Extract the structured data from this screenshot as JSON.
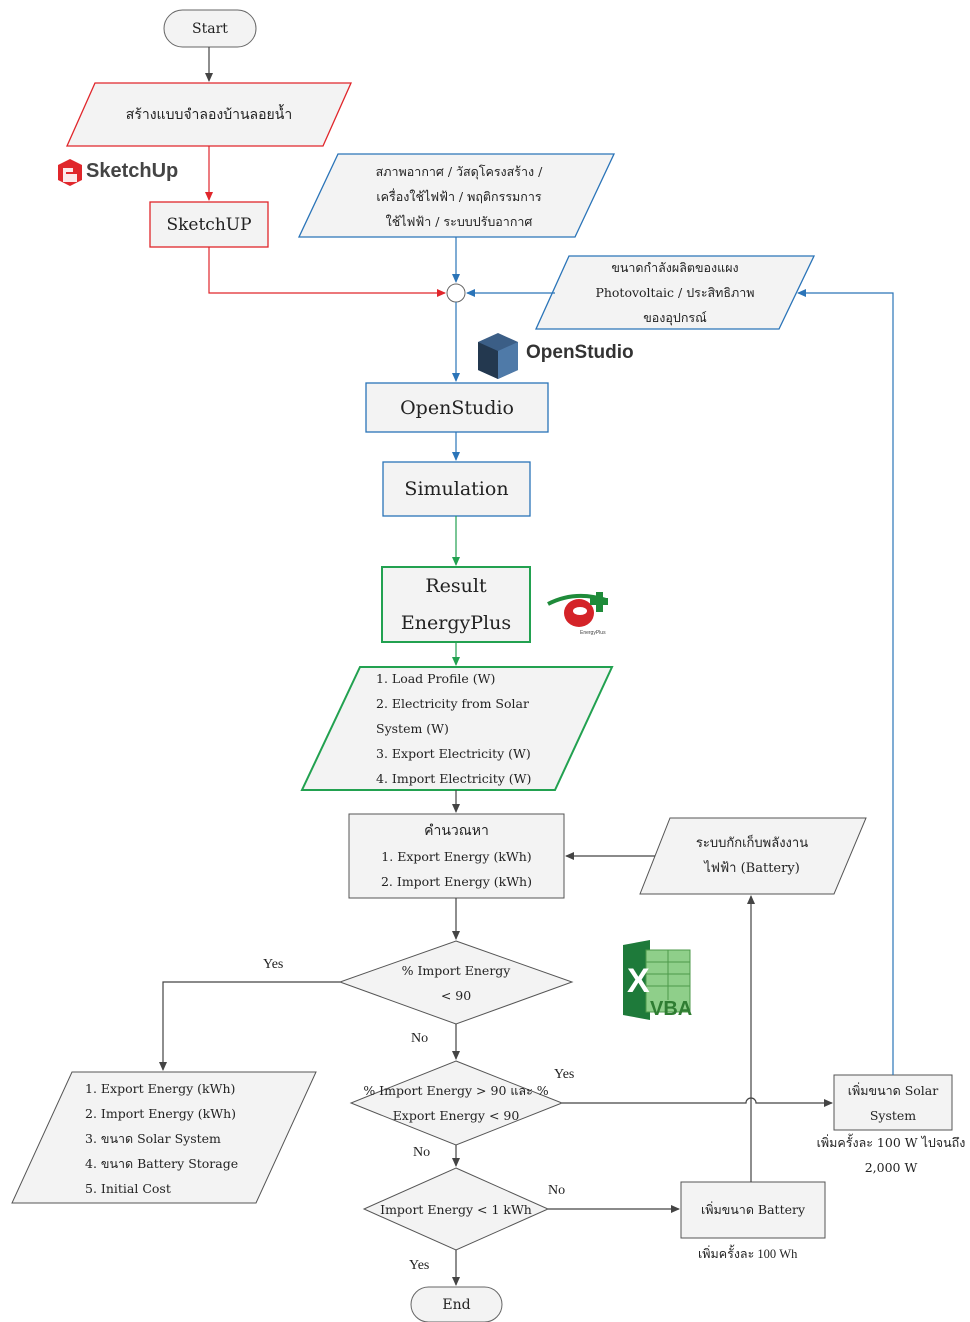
{
  "start": "Start",
  "end": "End",
  "create_model": "สร้างแบบจำลองบ้านลอยน้ำ",
  "sketchup_logo": "SketchUp",
  "sketchup_box": "SketchUP",
  "inputs": [
    "สภาพอากาศ / วัสดุโครงสร้าง /",
    "เครื่องใช้ไฟฟ้า / พฤติกรรมการ",
    "ใช้ไฟฟ้า / ระบบปรับอากาศ"
  ],
  "pv_input": [
    "ขนาดกำลังผลิตของแผง",
    "Photovoltaic / ประสิทธิภาพ",
    "ของอุปกรณ์"
  ],
  "openstudio_logo": "OpenStudio",
  "openstudio_box": "OpenStudio",
  "simulation_box": "Simulation",
  "result_box": [
    "Result",
    "EnergyPlus"
  ],
  "energyplus_logo_sub": "EnergyPlus",
  "result_list": [
    "1. Load Profile (W)",
    "2. Electricity from Solar",
    "System (W)",
    "3. Export Electricity (W)",
    "4. Import Electricity (W)"
  ],
  "calc_box": [
    "คำนวณหา",
    "1. Export Energy (kWh)",
    "2. Import Energy (kWh)"
  ],
  "battery_storage": [
    "ระบบกักเก็บพลังงาน",
    "ไฟฟ้า (Battery)"
  ],
  "decision1": [
    "% Import Energy",
    "< 90"
  ],
  "decision2": [
    "% Import Energy > 90 และ %",
    "Export Energy < 90"
  ],
  "decision3": "Import Energy < 1 kWh",
  "vba_logo": "VBA",
  "output_list": [
    "1. Export Energy (kWh)",
    "2. Import Energy (kWh)",
    "3. ขนาด Solar System",
    "4. ขนาด Battery Storage",
    "5. Initial Cost"
  ],
  "solar_box": [
    "เพิ่มขนาด Solar",
    "System"
  ],
  "solar_note": [
    "เพิ่มครั้งละ 100 W ไปจนถึง",
    "2,000 W"
  ],
  "battery_box": "เพิ่มขนาด Battery",
  "battery_note": "เพิ่มครั้งละ 100 Wh",
  "labels": {
    "yes": "Yes",
    "no": "No"
  },
  "colors": {
    "red": "#e0262b",
    "blue": "#2a74b8",
    "green": "#22a150",
    "gray": "#555555"
  }
}
